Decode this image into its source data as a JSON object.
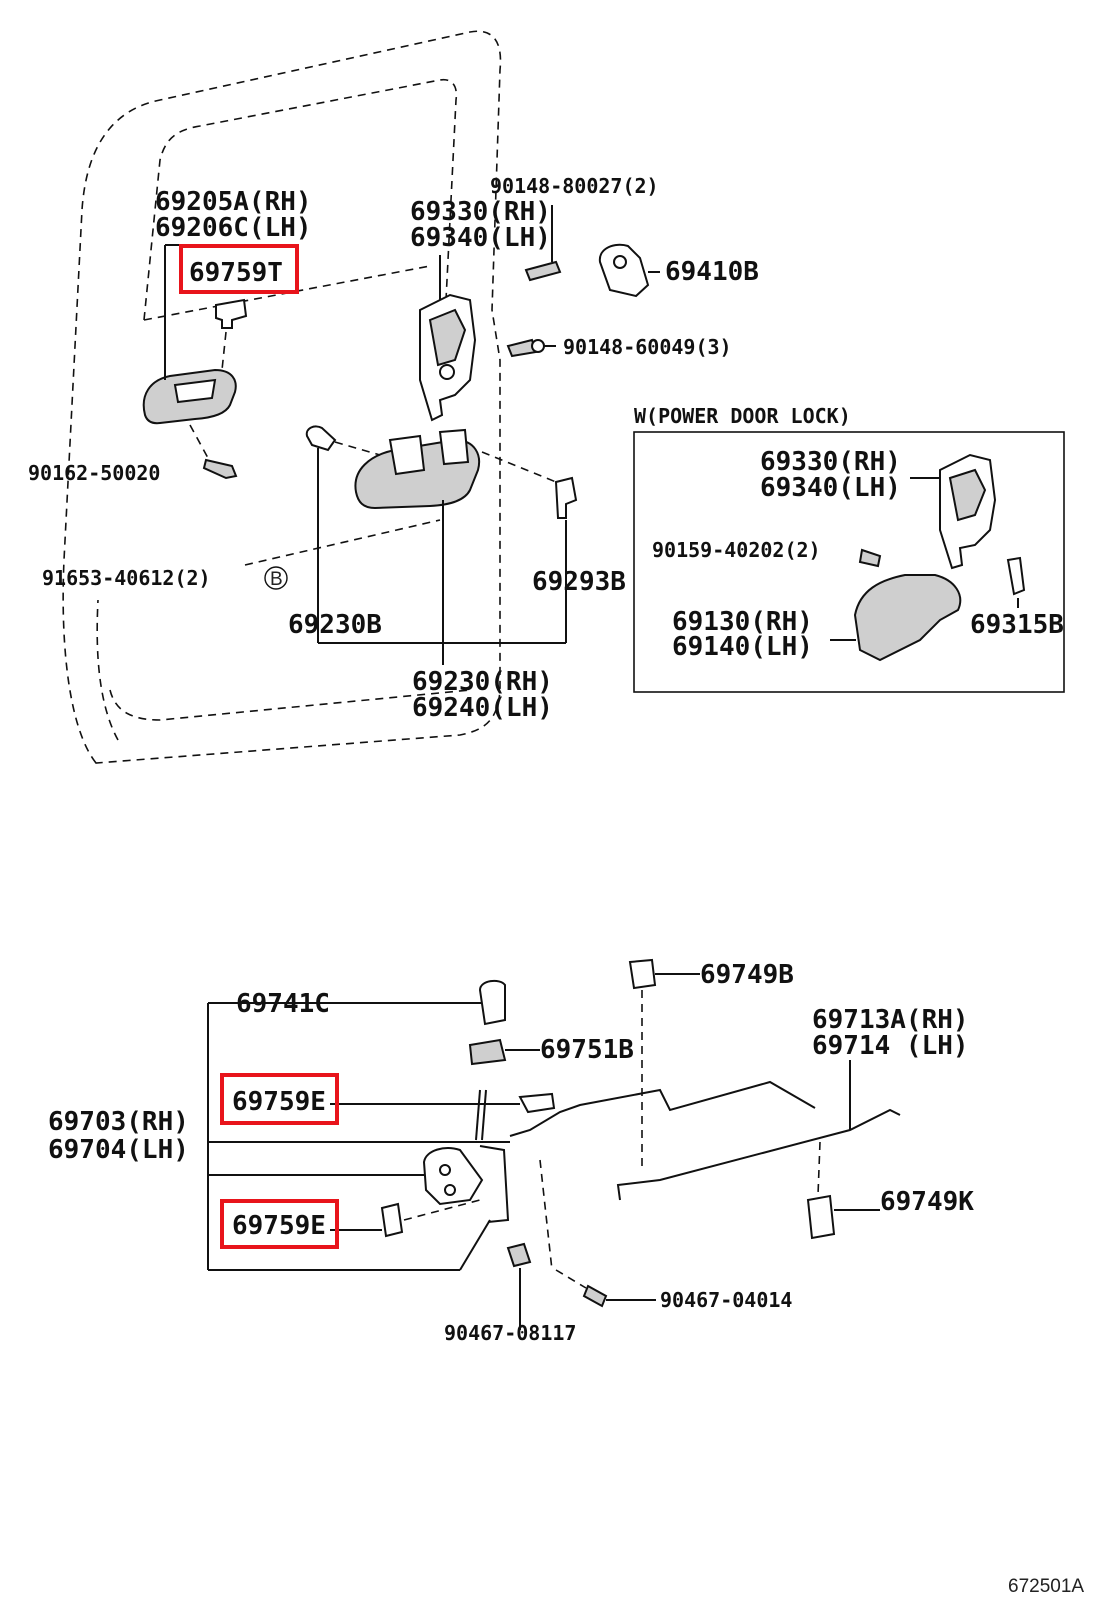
{
  "labels": {
    "p69205A": "69205A(RH)",
    "p69206C": "69206C(LH)",
    "p69759T": "69759T",
    "p90148_80027": "90148-80027(2)",
    "p69330a": "69330(RH)",
    "p69340a": "69340(LH)",
    "p69410B": "69410B",
    "p90148_60049": "90148-60049(3)",
    "p90162": "90162-50020",
    "powerLock": "W(POWER DOOR LOCK)",
    "p69330b": "69330(RH)",
    "p69340b": "69340(LH)",
    "p90159": "90159-40202(2)",
    "p91653": "91653-40612(2)",
    "circleB": "B",
    "p69293B": "69293B",
    "p69230B": "69230B",
    "p69130": "69130(RH)",
    "p69140": "69140(LH)",
    "p69315B": "69315B",
    "p69230": "69230(RH)",
    "p69240": "69240(LH)",
    "p69749B": "69749B",
    "p69741C": "69741C",
    "p69713A": "69713A(RH)",
    "p69714": "69714 (LH)",
    "p69751B": "69751B",
    "p69759E1": "69759E",
    "p69703": "69703(RH)",
    "p69704": "69704(LH)",
    "p69749K": "69749K",
    "p69759E2": "69759E",
    "p90467_04014": "90467-04014",
    "p90467_08117": "90467-08117",
    "figNo": "672501A"
  },
  "colors": {
    "highlight": "#e8141b",
    "line": "#111111"
  }
}
